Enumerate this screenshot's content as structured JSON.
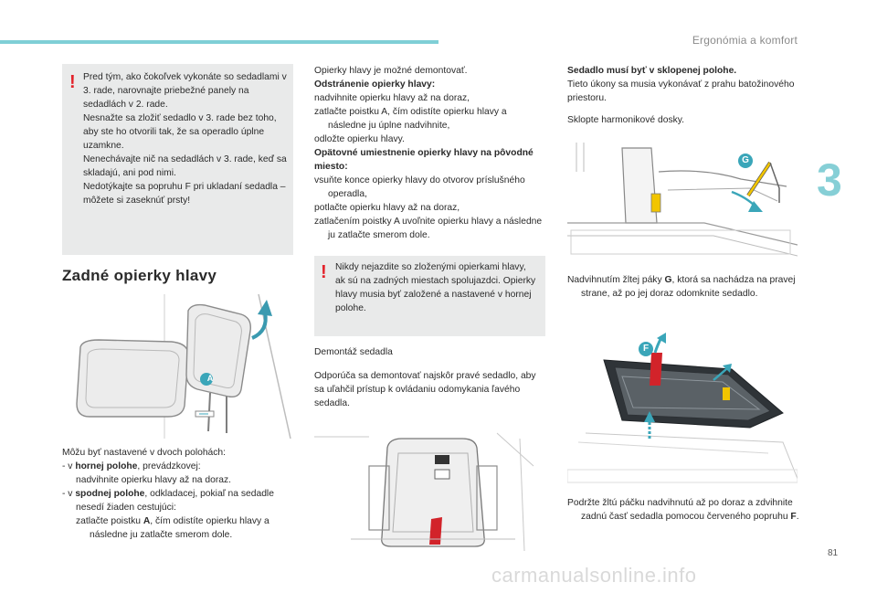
{
  "header": {
    "section": "Ergonómia a komfort",
    "chapter": "3",
    "page_number": "81"
  },
  "watermark": "carmanualsonline.info",
  "col1": {
    "warning": [
      "Pred tým, ako čokoľvek vykonáte so sedadlami v 3. rade, narovnajte priebežné panely na sedadlách v 2. rade.",
      "Nesnažte sa zložiť sedadlo v 3. rade bez toho, aby ste ho otvorili tak, že sa operadlo úplne uzamkne.",
      "Nenechávajte nič na sedadlách v 3. rade, keď sa skladajú, ani pod nimi.",
      "Nedotýkajte sa popruhu F pri ukladaní sedadla – môžete si zaseknúť prsty!"
    ],
    "heading": "Zadné opierky hlavy",
    "fig_label_a": "A",
    "positions_intro": "Môžu byť nastavené v dvoch polohách:",
    "upper_label": "hornej polohe",
    "upper_prefix": "- v ",
    "upper_suffix": ", prevádzkovej:",
    "upper_step": "nadvihnite opierku hlavy až na doraz.",
    "lower_prefix": "- v ",
    "lower_label": "spodnej polohe",
    "lower_suffix": ", odkladacej, pokiaľ na sedadle nesedí žiaden cestujúci:",
    "lower_step_a": "zatlačte poistku ",
    "lower_step_b": "A",
    "lower_step_c": ", čím odistíte opierku hlavy a následne ju zatlačte smerom dole."
  },
  "col2": {
    "intro": "Opierky hlavy je možné demontovať.",
    "removal_title": "Odstránenie opierky hlavy:",
    "removal_steps": [
      "nadvihnite opierku hlavy až na doraz,",
      "zatlačte poistku A, čím odistíte opierku hlavy a následne ju úplne nadvihnite,",
      "odložte opierku hlavy."
    ],
    "refit_title": "Opätovné umiestnenie opierky hlavy na pôvodné miesto:",
    "refit_steps": [
      "vsuňte konce opierky hlavy do otvorov príslušného operadla,",
      "potlačte opierku hlavy až na doraz,",
      "zatlačením poistky A uvoľnite opierku hlavy a následne ju zatlačte smerom dole."
    ],
    "warning": "Nikdy nejazdite so zloženými opierkami hlavy, ak sú na zadných miestach spolujazdci. Opierky hlavy musia byť založené a nastavené v hornej polohe.",
    "dismount_title": "Demontáž sedadla",
    "dismount_text": "Odporúča sa demontovať najskôr pravé sedadlo, aby sa uľahčil prístup k ovládaniu odomykania ľavého sedadla."
  },
  "col3": {
    "title": "Sedadlo musí byť v sklopenej polohe.",
    "intro": "Tieto úkony sa musia vykonávať z prahu batožinového priestoru.",
    "step1": "Sklopte harmonikové dosky.",
    "fig1_label": "G",
    "step2_a": "Nadvihnutím žltej páky ",
    "step2_b": "G",
    "step2_c": ", ktorá sa nachádza na pravej strane, až po jej doraz odomknite sedadlo.",
    "fig2_label": "F",
    "step3_a": "Podržte žltú páčku nadvihnutú až po doraz a zdvihnite zadnú časť sedadla pomocou červeného popruhu ",
    "step3_b": "F",
    "step3_c": "."
  },
  "colors": {
    "accent": "#7fcfd6",
    "warning": "#e3232b",
    "lever": "#f2c500",
    "strap": "#d2232a",
    "box": "#e9eaea"
  },
  "bullet": "",
  "warn_symbol": "!"
}
